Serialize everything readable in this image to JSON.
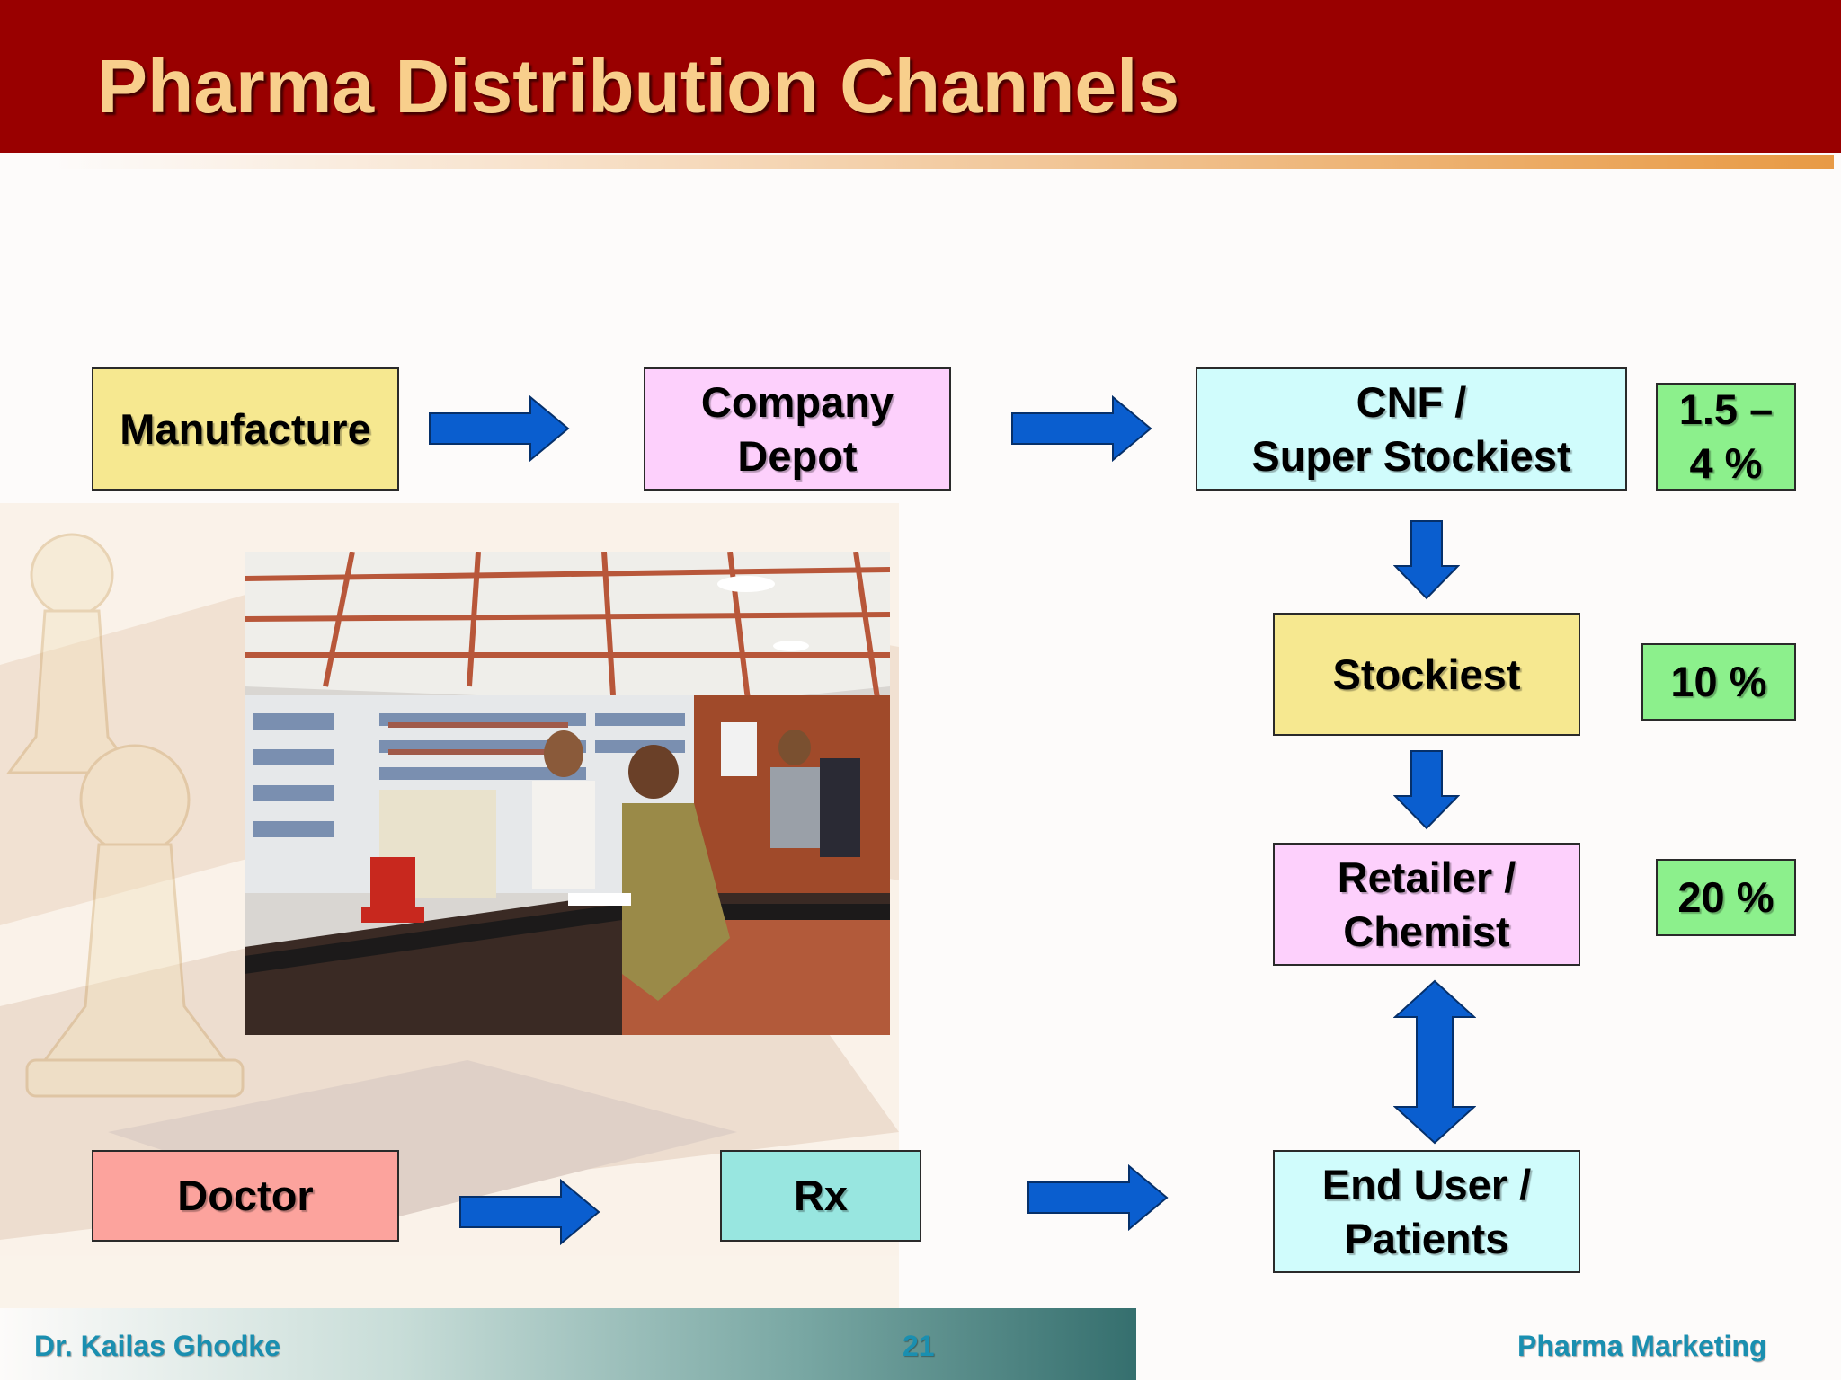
{
  "slide": {
    "title": "Pharma Distribution Channels"
  },
  "flow": {
    "manufacture": "Manufacture",
    "company_depot": "Company\nDepot",
    "cnf": "CNF /\nSuper Stockiest",
    "stockiest": "Stockiest",
    "retailer": "Retailer /\nChemist",
    "end_user": "End User /\nPatients",
    "doctor": "Doctor",
    "rx": "Rx"
  },
  "margins": {
    "cnf": "1.5 –\n4 %",
    "stockiest": "10 %",
    "retailer": "20 %"
  },
  "footer": {
    "author": "Dr. Kailas Ghodke",
    "page": "21",
    "course": "Pharma Marketing"
  },
  "colors": {
    "header": "#990000",
    "title": "#f8cf8c",
    "arrow": "#0a5ecf",
    "footer_text": "#1a8fb0"
  }
}
